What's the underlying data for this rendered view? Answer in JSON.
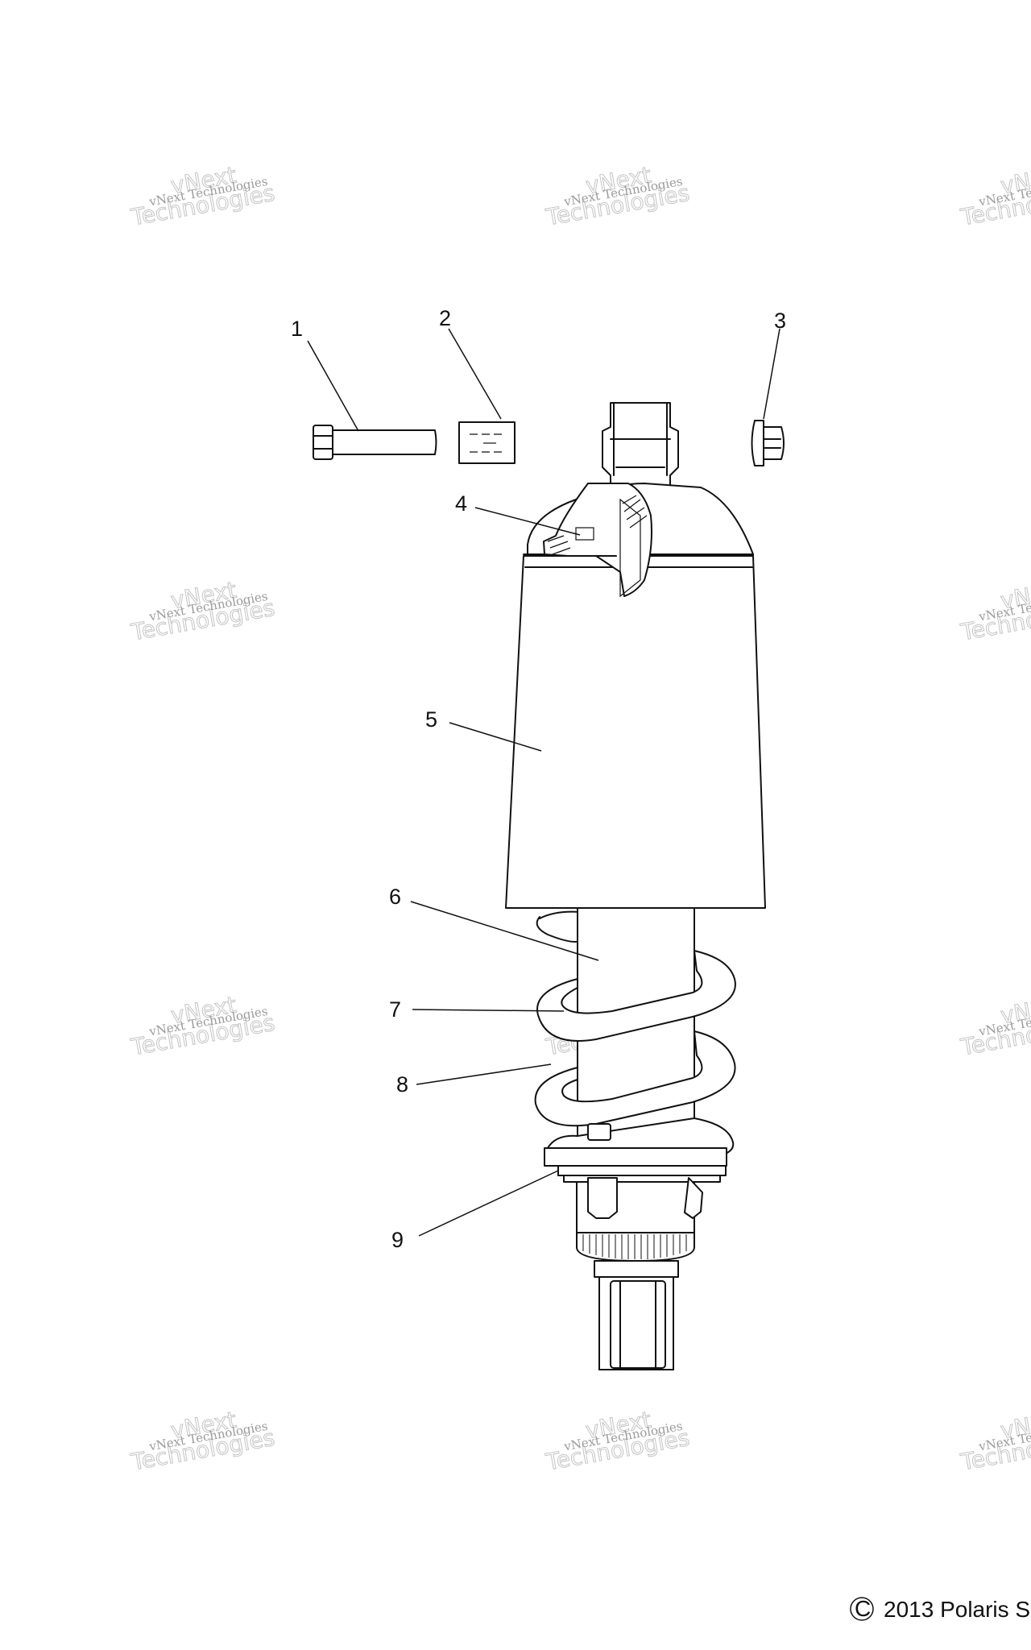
{
  "callouts": [
    {
      "label": "1"
    },
    {
      "label": "2"
    },
    {
      "label": "3"
    },
    {
      "label": "4"
    },
    {
      "label": "5"
    },
    {
      "label": "6"
    },
    {
      "label": "7"
    },
    {
      "label": "8"
    },
    {
      "label": "9"
    }
  ],
  "watermark": {
    "line1": "vNext Technologies",
    "line2": "Technologies",
    "overlay": "vNext"
  },
  "copyright": {
    "symbol": "C",
    "text": "2013 Polaris S"
  }
}
